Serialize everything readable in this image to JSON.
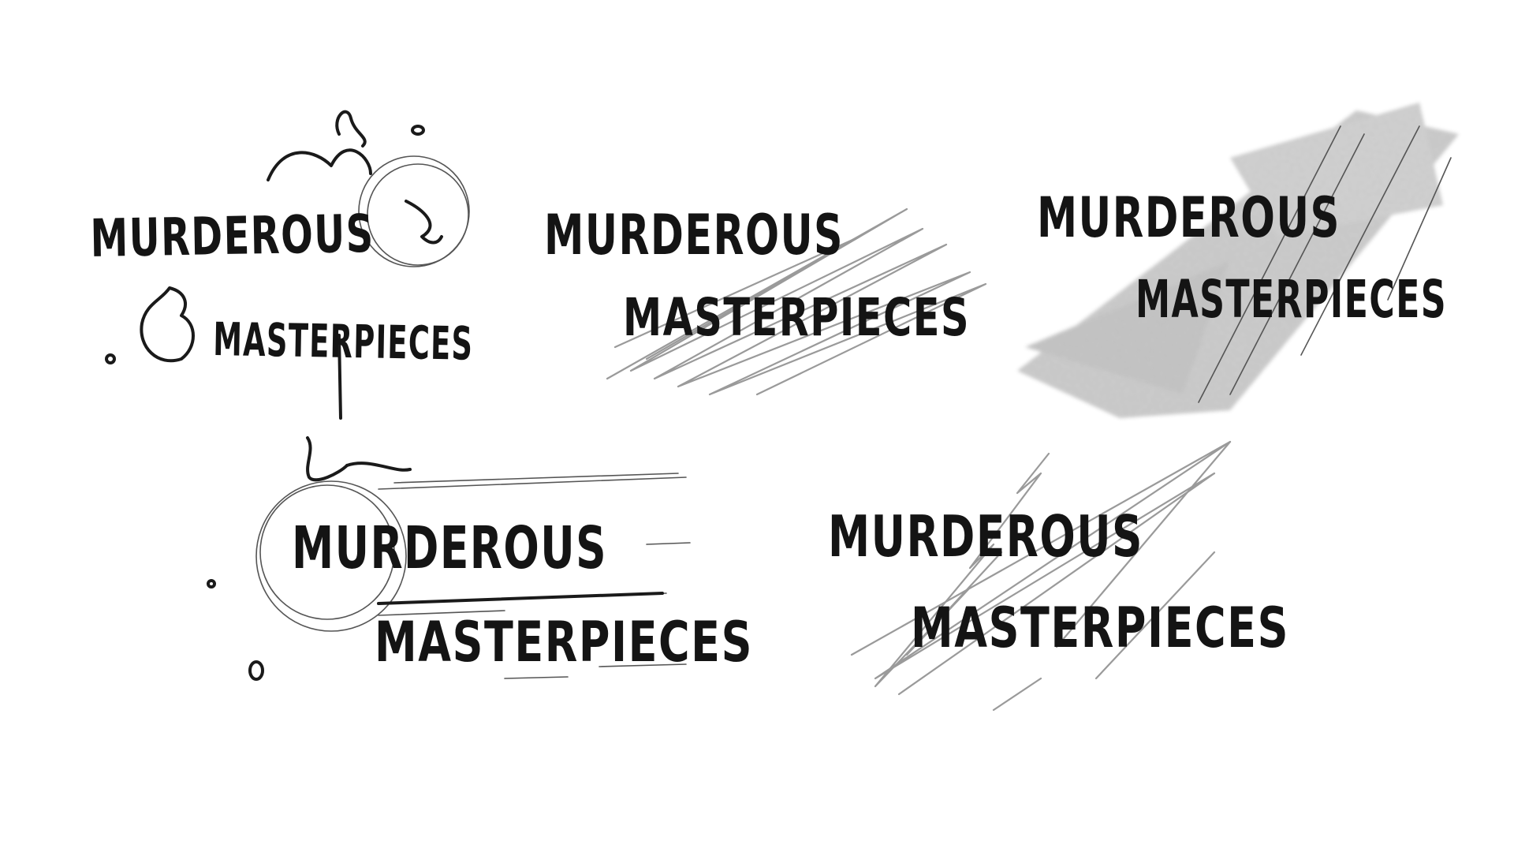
{
  "sketches": [
    {
      "line1": "MURDEROUS",
      "line2": "MASTERPIECES",
      "treatment": "paint-splat"
    },
    {
      "line1": "MURDEROUS",
      "line2": "MASTERPIECES",
      "treatment": "zigzag-scribble"
    },
    {
      "line1": "MURDEROUS",
      "line2": "MASTERPIECES",
      "treatment": "charcoal-smudge"
    },
    {
      "line1": "MURDEROUS",
      "line2": "MASTERPIECES",
      "treatment": "speed-lines-splat"
    },
    {
      "line1": "MURDEROUS",
      "line2": "MASTERPIECES",
      "treatment": "lightning-scribble"
    }
  ],
  "colors": {
    "ink": "#141414",
    "pencil": "#9a9a9a",
    "smudge": "#6e6e6e",
    "paper": "#ffffff"
  }
}
